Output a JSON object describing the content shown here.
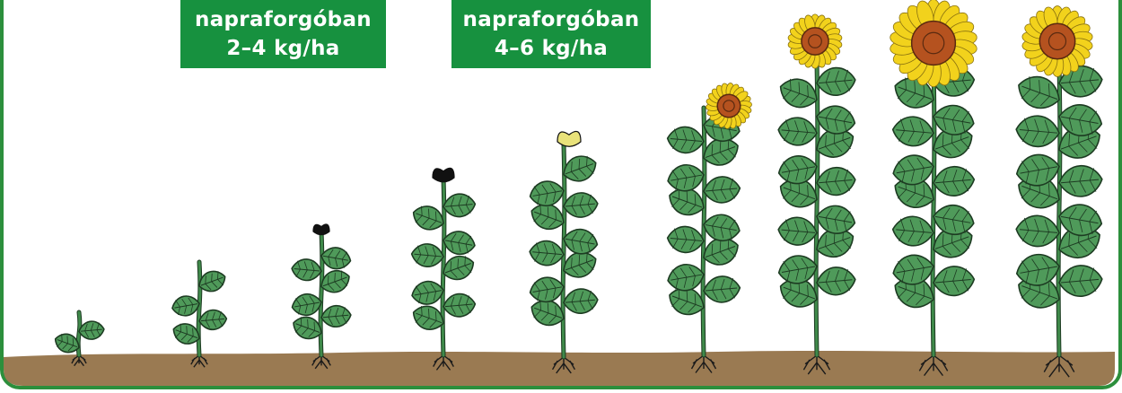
{
  "rates": [
    {
      "line1": "napraforgóban",
      "line2": "2–4 kg/ha"
    },
    {
      "line1": "napraforgóban",
      "line2": "4–6 kg/ha"
    }
  ],
  "colors": {
    "frame": "#2c8f3c",
    "label_bg": "#17913f",
    "soil": "#9a7a52",
    "leaf": "#4f9a5a",
    "stem": "#3f8a4a",
    "petal": "#f2d21c",
    "disk": "#b5521f"
  },
  "plants": [
    {
      "stage": 1,
      "icon": "seedling-icon"
    },
    {
      "stage": 2,
      "icon": "young-plant-icon"
    },
    {
      "stage": 3,
      "icon": "bud-plant-icon"
    },
    {
      "stage": 4,
      "icon": "budding-plant-icon"
    },
    {
      "stage": 5,
      "icon": "opening-bud-plant-icon"
    },
    {
      "stage": 6,
      "icon": "early-flower-plant-icon"
    },
    {
      "stage": 7,
      "icon": "flowering-plant-icon"
    },
    {
      "stage": 8,
      "icon": "full-bloom-plant-icon"
    },
    {
      "stage": 9,
      "icon": "mature-head-plant-icon"
    }
  ]
}
